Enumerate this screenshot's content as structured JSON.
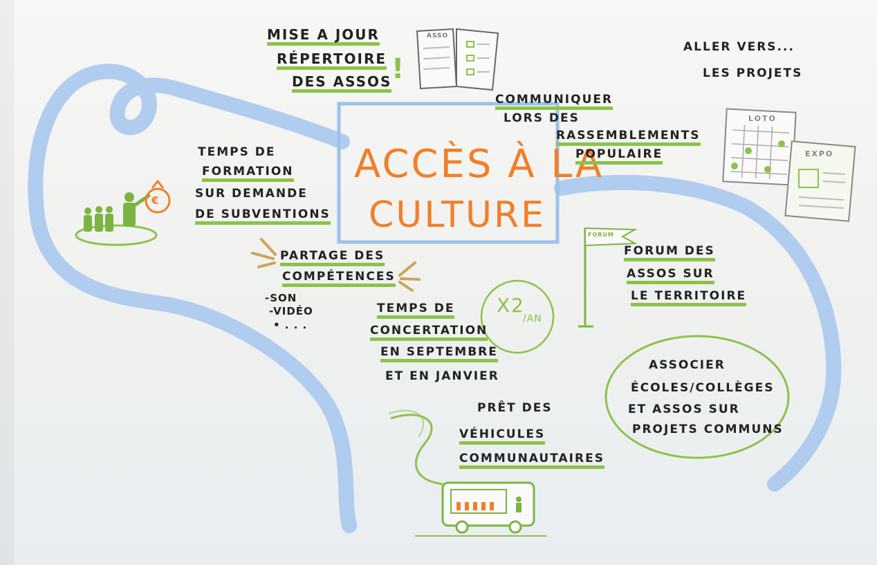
{
  "title": {
    "line1": "ACCÈS À LA",
    "line2": "CULTURE"
  },
  "mise_a_jour": {
    "l1": "MISE A JOUR",
    "l2": "RÉPERTOIRE",
    "l3": "DES ASSOS",
    "mark": "!"
  },
  "book_label": "ASSO",
  "aller_vers": {
    "l1": "ALLER VERS...",
    "l2": "LES PROJETS"
  },
  "communiquer": {
    "l1": "COMMUNIQUER",
    "l2": "LORS DES",
    "l3": "RASSEMBLEMENTS",
    "l4": "POPULAIRE"
  },
  "loto_label": "LOTO",
  "expo_label": "EXPO",
  "formation": {
    "l1": "TEMPS DE",
    "l2": "FORMATION",
    "l3": "SUR DEMANDE",
    "l4": "DE SUBVENTIONS"
  },
  "money_symbol": "€",
  "partage": {
    "l1": "PARTAGE DES",
    "l2": "COMPÉTENCES",
    "items": [
      "-SON",
      "-VIDÉO",
      "• . . ."
    ]
  },
  "forum_flag": "FORUM",
  "forum": {
    "l1": "FORUM DES",
    "l2": "ASSOS SUR",
    "l3": "LE TERRITOIRE"
  },
  "concertation": {
    "l1": "TEMPS DE",
    "l2": "CONCERTATION",
    "l3": "EN SEPTEMBRE",
    "l4": "ET EN JANVIER",
    "badge": "X2",
    "badge_unit": "/AN"
  },
  "associer": {
    "l1": "ASSOCIER",
    "l2": "ÉCOLES/COLLÈGES",
    "l3": "ET ASSOS SUR",
    "l4": "PROJETS COMMUNS"
  },
  "pret": {
    "l1": "PRÊT DES",
    "l2": "VÉHICULES",
    "l3": "COMMUNAUTAIRES"
  },
  "colors": {
    "title": "#f07f2a",
    "underline": "#8bc34a",
    "blue_path": "#a8c8ee",
    "text": "#222222"
  }
}
